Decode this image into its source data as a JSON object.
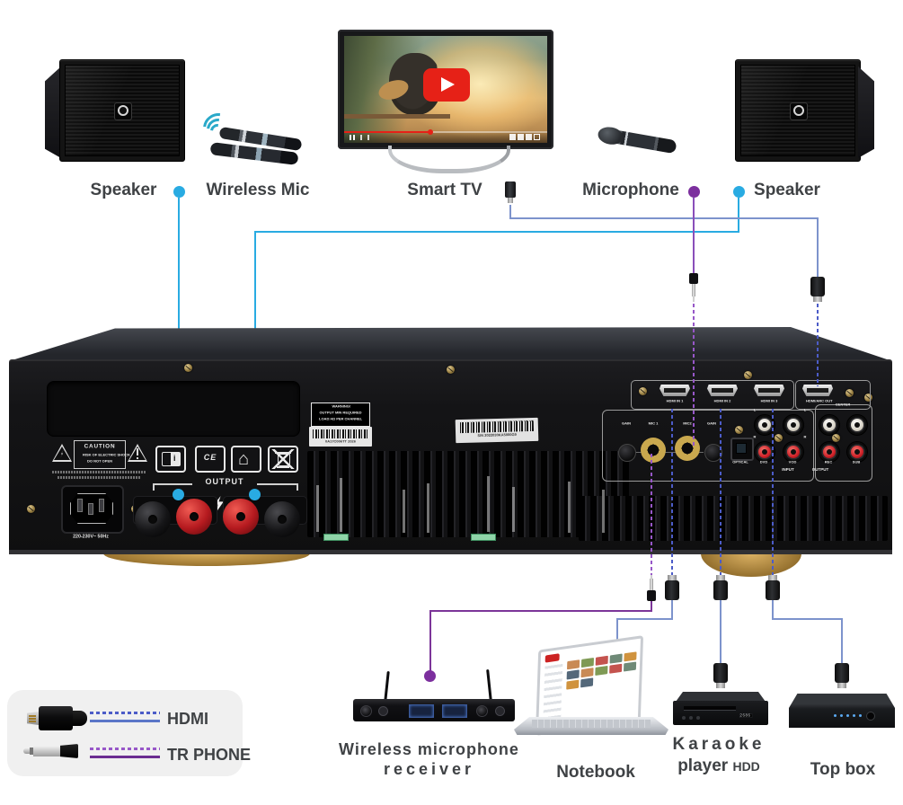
{
  "devices": {
    "speaker_left": "Speaker",
    "wireless_mic": "Wireless Mic",
    "smart_tv": "Smart TV",
    "microphone": "Microphone",
    "speaker_right": "Speaker",
    "receiver_line1": "Wireless microphone",
    "receiver_line2": "receiver",
    "notebook": "Notebook",
    "karaoke_line1": "Karaoke",
    "karaoke_line2": "player",
    "karaoke_suffix": "HDD",
    "top_box": "Top box"
  },
  "legend": {
    "hdmi": "HDMI",
    "tr_phone": "TR PHONE"
  },
  "amp": {
    "caution_title": "CAUTION",
    "caution_line1": "RISK OF ELECTRIC SHOCK",
    "caution_line2": "DO NOT OPEN",
    "ce_mark": "CE",
    "power_rating": "220-230V~ 50Hz",
    "output_section": "OUTPUT",
    "warning_lines": [
      "WARNING!",
      "OUTPUT MIN REQUIRED",
      "LOAD:4Ω PER CHANNEL"
    ],
    "barcode_left": "0A17C006TT  2026",
    "serial": "S/N 2022030KA5000G9",
    "hdmi_ports": [
      "HDMI IN 1",
      "HDMI IN 2",
      "HDMI IN 3",
      "HDMI/ARC OUT"
    ],
    "jack_labels": [
      "GAIN",
      "MIC 1",
      "MIC2",
      "GAIN"
    ],
    "optical": "OPTICAL",
    "rca": {
      "l": "L",
      "r": "R",
      "dvd": "DVD",
      "vod": "VOD",
      "rec": "REC",
      "sub": "SUB",
      "center": "CENTER",
      "input": "INPUT",
      "output": "OUTPUT"
    }
  },
  "colors": {
    "cyan": "#29abe2",
    "purple_solid": "#7c2f9e",
    "purple_dotted": "#9757c8",
    "hdmi_solid": "#5b76c8",
    "hdmi_line": "#7d93cc",
    "hdmi_dotted": "#4c5cc8"
  }
}
